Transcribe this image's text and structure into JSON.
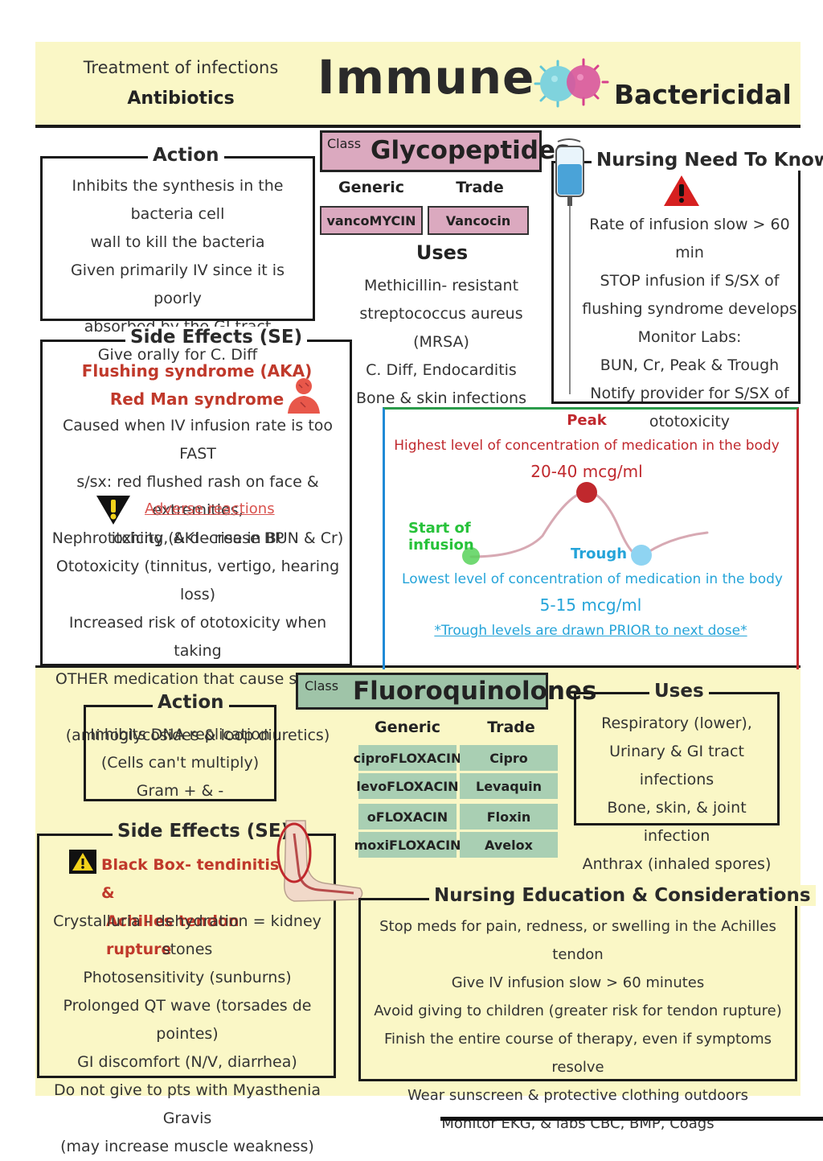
{
  "header": {
    "subtitle_1": "Treatment of infections",
    "subtitle_2": "Antibiotics",
    "title": "Immune",
    "right_label": "Bactericidal",
    "icon": "bacteria-icon"
  },
  "glyco": {
    "class_small": "Class",
    "class_name": "Glycopeptides",
    "generic_header": "Generic",
    "trade_header": "Trade",
    "generic": "vancoMYCIN",
    "trade": "Vancocin",
    "uses_title": "Uses",
    "uses": [
      "Methicillin- resistant",
      "streptococcus aureus (MRSA)",
      "C. Diff, Endocarditis",
      "Bone & skin infections"
    ],
    "action_title": "Action",
    "action": [
      "Inhibits the synthesis in the bacteria cell",
      "wall to kill the bacteria",
      "Given primarily IV since it is poorly",
      "absorbed by the GI tract",
      "Give orally for C. Diff"
    ],
    "se_title": "Side Effects (SE)",
    "se_red": [
      "Flushing syndrome (AKA)",
      "Red Man syndrome"
    ],
    "se_lines": [
      "Caused when IV infusion rate is too FAST",
      "s/sx: red flushed rash on face & extremities,",
      "itching, & decrease BP"
    ],
    "adverse_title": "Adverse reactions",
    "adverse": [
      "Nephrotoxicity (AKI - rise in BUN & Cr)",
      "Ototoxicity (tinnitus, vertigo, hearing loss)",
      "Increased risk of ototoxicity when taking",
      "OTHER medication that cause similar SE",
      "(aminoglycosides & loop diuretics)"
    ],
    "nursing_title": "Nursing Need To Know",
    "nursing": [
      "Rate of infusion slow > 60 min",
      "STOP infusion if S/SX of",
      "flushing syndrome develops",
      "Monitor Labs:",
      "BUN, Cr, Peak & Trough",
      "Notify provider for S/SX of",
      "ototoxicity"
    ]
  },
  "graph": {
    "peak_title": "Peak",
    "peak_desc": "Highest level of concentration of medication in the body",
    "peak_range": "20-40 mcg/ml",
    "start_label": "Start of infusion",
    "trough_title": "Trough",
    "trough_desc": "Lowest level of concentration of medication in the body",
    "trough_range": "5-15 mcg/ml",
    "trough_note": "*Trough levels are drawn PRIOR to next dose*",
    "colors": {
      "peak": "#c0282d",
      "start": "#58d25a",
      "trough": "#25a4d9",
      "curve": "#d7a9b3"
    }
  },
  "fluoro": {
    "class_small": "Class",
    "class_name": "Fluoroquinolones",
    "generic_header": "Generic",
    "trade_header": "Trade",
    "drugs": [
      {
        "generic": "ciproFLOXACIN",
        "trade": "Cipro"
      },
      {
        "generic": "levoFLOXACIN",
        "trade": "Levaquin"
      },
      {
        "generic": "oFLOXACIN",
        "trade": "Floxin"
      },
      {
        "generic": "moxiFLOXACIN",
        "trade": "Avelox"
      }
    ],
    "action_title": "Action",
    "action": [
      "Inhibits DNA replication",
      "(Cells can't multiply)",
      "Gram + & -"
    ],
    "uses_title": "Uses",
    "uses": [
      "Respiratory (lower),",
      "Urinary & GI tract infections",
      "Bone, skin, & joint infection",
      "Anthrax (inhaled spores)"
    ],
    "se_title": "Side Effects (SE)",
    "se_red": [
      "Black Box- tendinitis &",
      "Achilles tendon rupture"
    ],
    "se_lines": [
      "Crystalluria - dehydration = kidney stones",
      "Photosensitivity (sunburns)",
      "Prolonged QT wave (torsades de pointes)",
      "GI discomfort (N/V, diarrhea)",
      "Do not give to pts with Myasthenia Gravis",
      "(may increase muscle weakness)"
    ],
    "edu_title": "Nursing Education & Considerations",
    "edu": [
      "Stop meds for pain, redness, or swelling in the Achilles tendon",
      "Give IV infusion slow  > 60 minutes",
      "Avoid giving to children (greater risk for tendon rupture)",
      "Finish the entire course of therapy, even if symptoms resolve",
      "Wear sunscreen & protective clothing outdoors",
      "Monitor EKG, & labs CBC, BMP, Coags"
    ]
  }
}
